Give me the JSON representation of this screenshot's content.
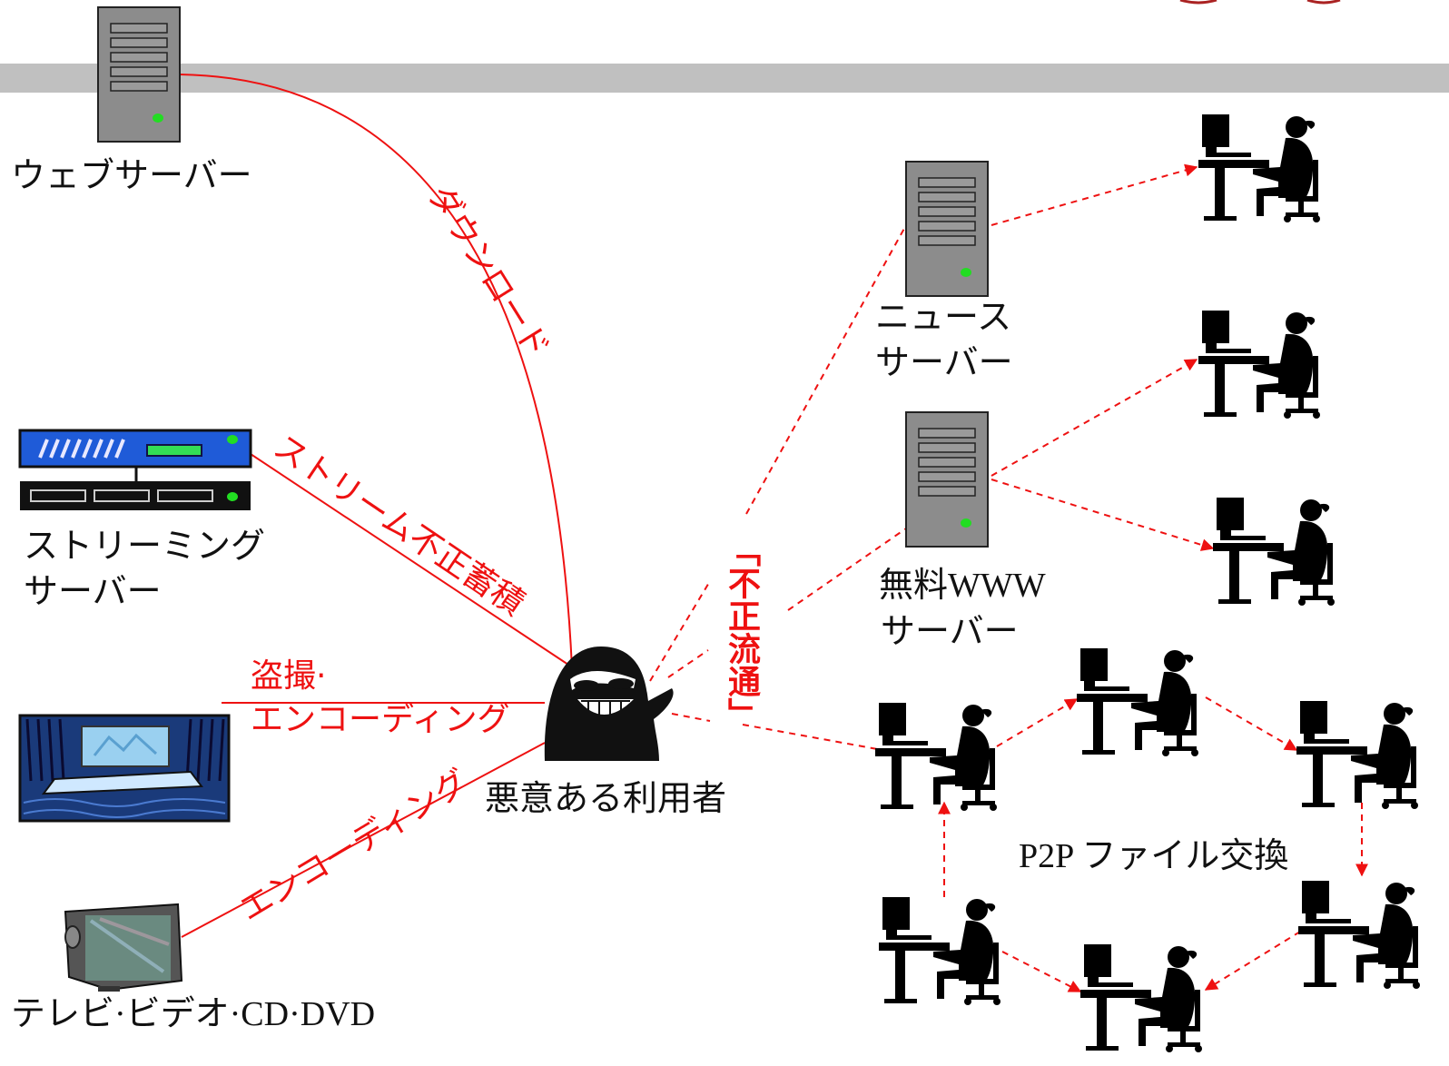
{
  "labels": {
    "web_server": "ウェブサーバー",
    "streaming_server_1": "ストリーミング",
    "streaming_server_2": "サーバー",
    "news_server_1": "ニュース",
    "news_server_2": "サーバー",
    "free_www_1": "無料WWW",
    "free_www_2": "サーバー",
    "malicious_user": "悪意ある利用者",
    "tv_video": "テレビ·ビデオ·CD·DVD",
    "p2p": "P2P ファイル交換"
  },
  "edge_labels": {
    "download": "ダウンロード",
    "stream_store": "ストリーム不正蓄積",
    "recording_1": "盗撮·",
    "recording_2": "エンコーディング",
    "encoding": "エンコーディング",
    "illegal_dist": "「不正流通」"
  },
  "colors": {
    "red": "#ee1111",
    "server_gray": "#8c8c8c",
    "led_green": "#22dd22",
    "band_gray": "#c0c0c0",
    "stream_blue": "#1f5bd8"
  },
  "icons": [
    "server-icon",
    "streaming-server-icon",
    "theater-icon",
    "tv-icon",
    "hacker-icon",
    "pc-user-icon"
  ]
}
